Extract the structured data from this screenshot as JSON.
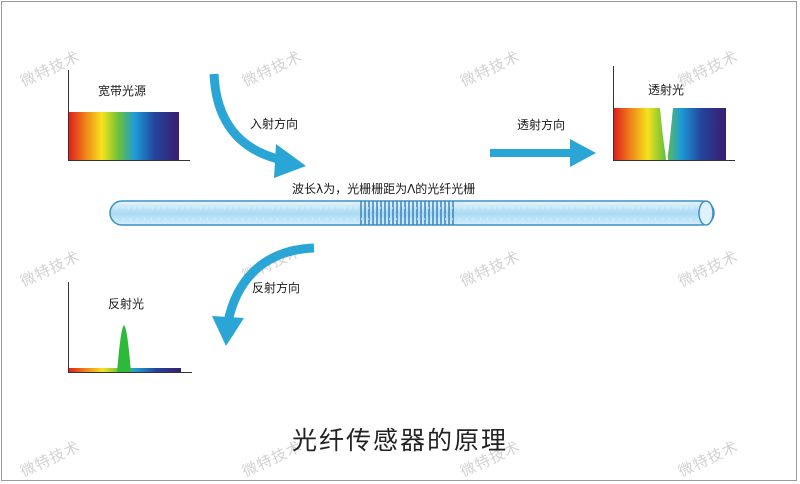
{
  "labels": {
    "broadband_source": "宽带光源",
    "incident_direction": "入射方向",
    "transmission_direction": "透射方向",
    "transmitted_light": "透射光",
    "grating_note": "波长λ为，光栅栅距为Λ的光纤光栅",
    "reflection_direction": "反射方向",
    "reflected_light": "反射光"
  },
  "caption": "光纤传感器的原理",
  "watermark": "微特技术",
  "colors": {
    "arrow": "#2aa6d6",
    "fiber_fill": "#bfe4f7",
    "fiber_edge": "#3c8fc4",
    "reflect_peak": "#2db93a"
  }
}
